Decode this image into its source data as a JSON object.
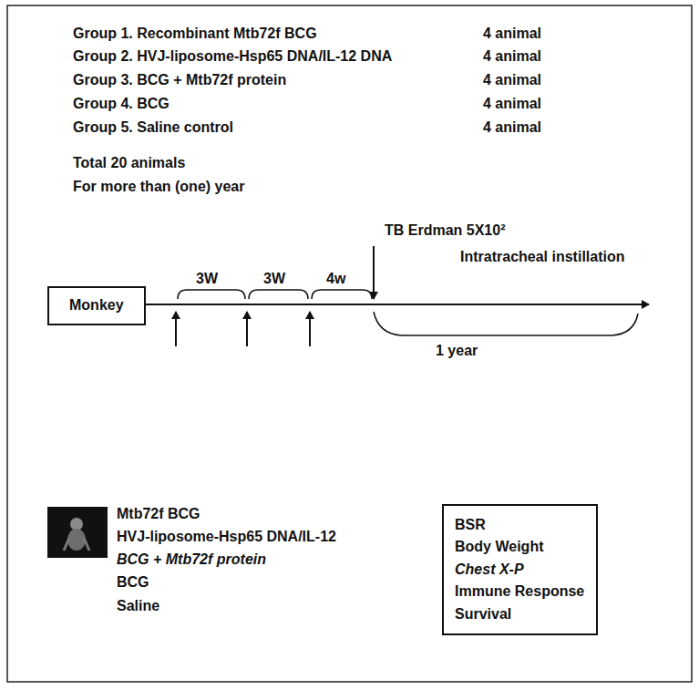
{
  "diagram": {
    "nodes": [
      {
        "text": [
          "Monkey"
        ]
      },
      {
        "text": [
          "BSR",
          "Body Weight",
          "Chest X-P",
          "Immune Response",
          "Survival"
        ]
      }
    ],
    "labels": [
      "Group 1. Recombinant Mtb72f BCG",
      "4 animal",
      "Group 2. HVJ-liposome-Hsp65 DNA/IL-12 DNA",
      "4 animal",
      "Group 3. BCG + Mtb72f protein",
      "4 animal",
      "Group 4. BCG",
      "4 animal",
      "Group 5. Saline control",
      "4 animal",
      "Total 20 animals",
      "For more than (one) year",
      "TB Erdman 5X10²",
      "Intratracheal instillation",
      "3W",
      "3W",
      "4w",
      "1 year",
      "Mtb72f BCG",
      "HVJ-liposome-Hsp65 DNA/IL-12",
      "BCG + Mtb72f protein",
      "BCG",
      "Saline"
    ]
  }
}
